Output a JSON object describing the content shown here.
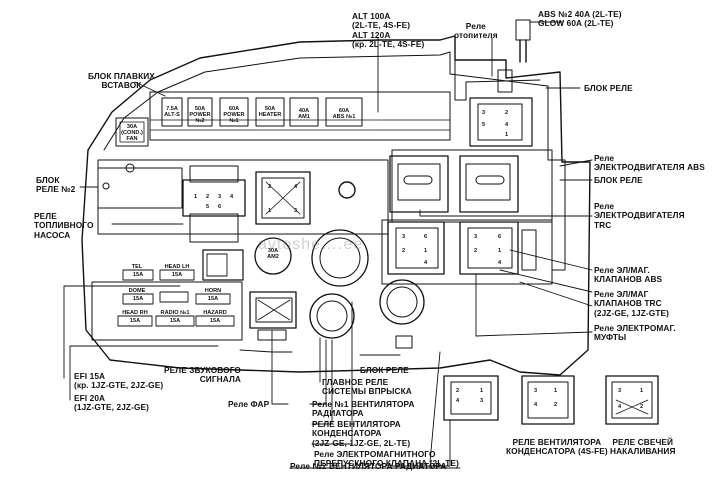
{
  "labels": {
    "alt100a": "ALT 100A\n(2L-TE, 4S-FE)\nALT 120A\n(кр. 2L-TE, 4S-FE)",
    "abs2": "ABS №2  40A  (2L-TE)\nGLOW 60A  (2L-TE)",
    "rele_otopitelya": "Реле\nотопителя",
    "blok_plavkikh": "БЛОК ПЛАВКИХ\nВСТАВОК",
    "blok_rele_top": "БЛОК РЕЛЕ",
    "blok_rele2": "БЛОК\nРЕЛЕ №2",
    "rele_toplivnogo": "РЕЛЕ\nТОПЛИВНОГО\nНАСОСА",
    "rele_abs_motor": "Реле\nЭЛЕКТРОДВИГАТЕЛЯ ABS",
    "blok_rele_right": "БЛОК РЕЛЕ",
    "rele_trc": "Реле\nЭЛЕКТРОДВИГАТЕЛЯ\nTRC",
    "rele_elmag_abs": "Реле ЭЛ/МАГ.\nКЛАПАНОВ ABS",
    "rele_elmag_trc": "Реле ЭЛ/МАГ\nКЛАПАНОВ TRC\n(2JZ-GE, 1JZ-GTE)",
    "rele_mufty": "Реле ЭЛЕКТРОМАГ.\nМУФТЫ",
    "rele_zvukovogo": "РЕЛЕ ЗВУКОВОГО\nСИГНАЛА",
    "efi15": "EFI  15A\n(кр. 1JZ-GTE, 2JZ-GE)",
    "efi20": "EFI  20A\n(1JZ-GTE, 2JZ-GE)",
    "rele_far": "Реле ФАР",
    "blok_rele_bottom": "БЛОК РЕЛЕ",
    "glavnoe_rele": "ГЛАВНОЕ РЕЛЕ\nСИСТЕМЫ ВПРЫСКА",
    "rele_vent1": "Реле №1 ВЕНТИЛЯТОРА\nРАДИАТОРА",
    "rele_vent_kond": "РЕЛЕ ВЕНТИЛЯТОРА\nКОНДЕНСАТОРА\n(2JZ-GE, 1JZ-GE, 2L-TE)",
    "rele_elmagn_klap": "Реле ЭЛЕКТРОМАГНИТНОГО\nПЕРЕПУСКНОГО КЛАПАНА (2L-TE)",
    "rele_vent2": "Реле №2 ВЕНТИЛЯТОРА РАДИАТОРА",
    "rele_vent_kond_4s": "РЕЛЕ ВЕНТИЛЯТОРА\nКОНДЕНСАТОРА (4S-FE)",
    "rele_svechey": "РЕЛЕ СВЕЧЕЙ\nНАКАЛИВАНИЯ"
  },
  "fuses": {
    "cond_fan": "30A\n(COND.)\nFAN",
    "alt_s": "7.5A\nALT-S",
    "power2": "50A\nPOWER\n№2",
    "power1": "60A\nPOWER\n№1",
    "heater": "50A\nHEATER",
    "am1": "40A\nAM1",
    "abs1": "60A\nABS №1",
    "am2": "30A\nAM2",
    "tel": "TEL",
    "head_lh": "HEAD LH",
    "dome": "DOME",
    "horn": "HORN",
    "head_rh": "HEAD RH",
    "radio1": "RADIO №1",
    "hazard": "HAZARD",
    "rating_15a": "15A"
  },
  "pins": [
    "1",
    "2",
    "3",
    "4",
    "5",
    "6"
  ],
  "watermark": "avtoshe….ee"
}
